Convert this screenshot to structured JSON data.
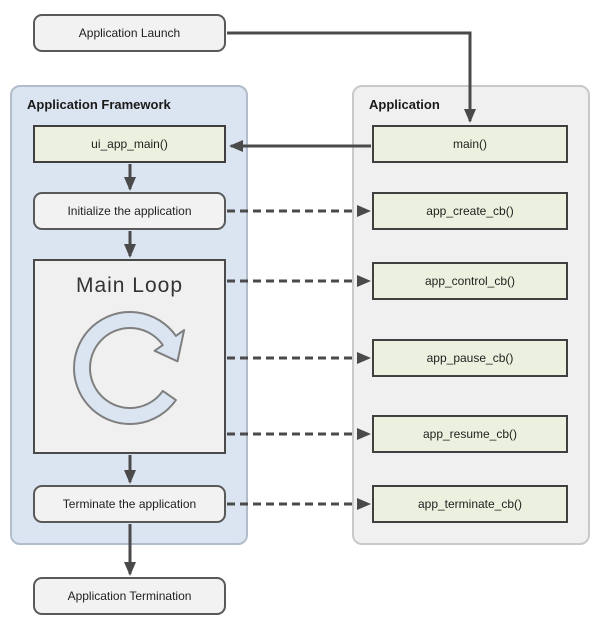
{
  "diagram": {
    "launch": {
      "label": "Application Launch"
    },
    "termination": {
      "label": "Application Termination"
    },
    "framework_panel": {
      "title": "Application Framework",
      "ui_app_main": "ui_app_main()",
      "initialize": "Initialize the application",
      "main_loop": "Main Loop",
      "terminate": "Terminate the application"
    },
    "application_panel": {
      "title": "Application",
      "main": "main()",
      "create_cb": "app_create_cb()",
      "control_cb": "app_control_cb()",
      "pause_cb": "app_pause_cb()",
      "resume_cb": "app_resume_cb()",
      "terminate_cb": "app_terminate_cb()"
    },
    "icons": {
      "main_loop_icon": "clockwise-loop-arrow"
    },
    "colors": {
      "framework_panel_fill": "#dbe5f1",
      "application_panel_fill": "#f0f0f0",
      "callback_box_fill": "#ebf1de",
      "rounded_box_fill": "#f2f2f2",
      "callback_box_border": "#404040",
      "rounded_box_border": "#595959",
      "arrow": "#4a4a4a",
      "loop_icon_fill": "#dbe5f1",
      "loop_icon_stroke": "#7f7f7f"
    }
  }
}
